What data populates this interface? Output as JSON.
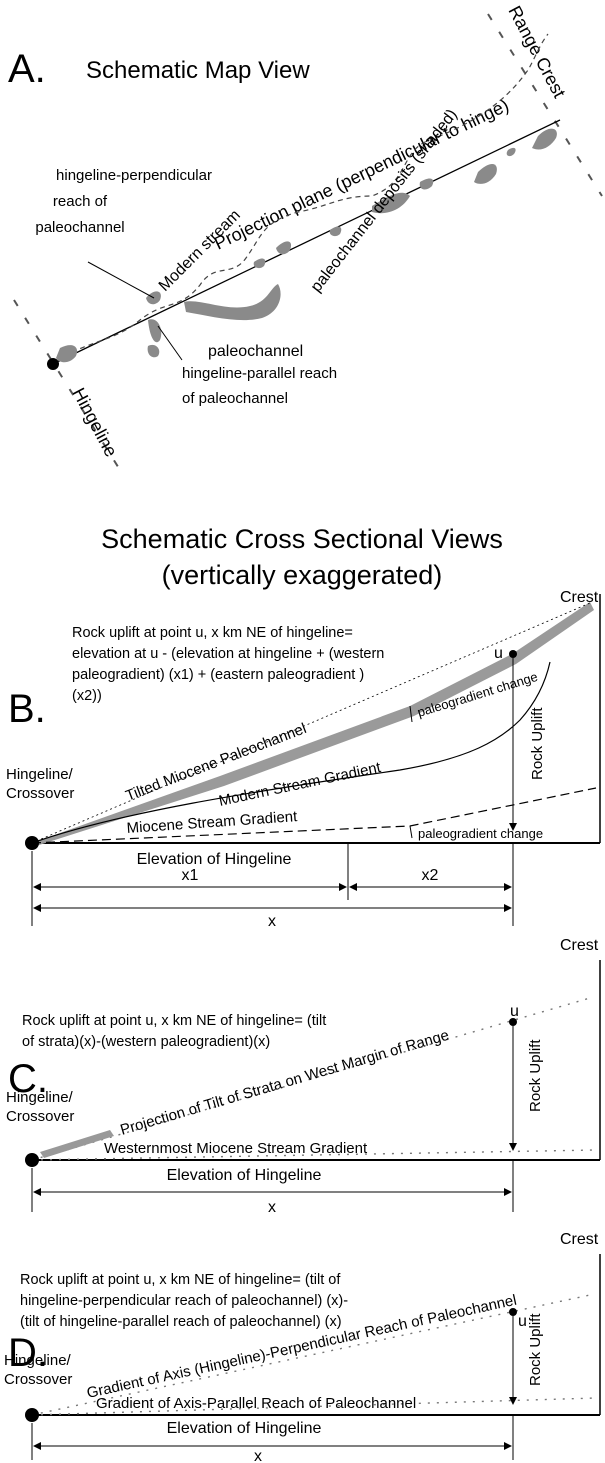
{
  "panel_a": {
    "letter": "A.",
    "title": "Schematic Map View",
    "range_crest": "Range Crest",
    "projection_plane": "Projection plane (perpendicular to hinge)",
    "modern_stream": "Modern stream",
    "perp_reach_1": "hingeline-perpendicular",
    "perp_reach_2": "reach of",
    "perp_reach_3": "paleochannel",
    "paleochannel_deposits": "paleochannel  deposits (shaded)",
    "paleochannel": "paleochannel",
    "hingeline": "Hingeline",
    "parallel_reach_1": "hingeline-parallel reach",
    "parallel_reach_2": "of paleochannel"
  },
  "cross_section_title": {
    "line1": "Schematic Cross Sectional Views",
    "line2": "(vertically exaggerated)"
  },
  "panel_b": {
    "letter": "B.",
    "crest": "Crest",
    "formula_1": "Rock uplift at point u, x km NE of hingeline=",
    "formula_2": "elevation at u - (elevation at hingeline + (western",
    "formula_3": "paleogradient) (x1) + (eastern paleogradient )",
    "formula_4": "(x2))",
    "u": "u",
    "paleogradient_change_top": "paleogradient change",
    "tilted_paleochannel": "Tilted Miocene Paleochannel",
    "rock_uplift": "Rock Uplift",
    "modern_gradient": "Modern Stream Gradient",
    "hingeline_1": "Hingeline/",
    "hingeline_2": "Crossover",
    "miocene_gradient": "Miocene Stream Gradient",
    "paleogradient_change_bottom": "paleogradient change",
    "elevation_hingeline": "Elevation of Hingeline",
    "x1": "x1",
    "x2": "x2",
    "x": "x"
  },
  "panel_c": {
    "letter": "C.",
    "crest": "Crest",
    "formula_1": "Rock uplift at point u, x km NE of hingeline= (tilt",
    "formula_2": "of strata)(x)-(western paleogradient)(x)",
    "u": "u",
    "projection_tilt": "Projection of Tilt of Strata on West Margin of Range",
    "rock_uplift": "Rock Uplift",
    "hingeline_1": "Hingeline/",
    "hingeline_2": "Crossover",
    "westernmost_gradient": "Westernmost Miocene Stream Gradient",
    "elevation_hingeline": "Elevation of Hingeline",
    "x": "x"
  },
  "panel_d": {
    "letter": "D.",
    "crest": "Crest",
    "formula_1": "Rock uplift at point u, x km NE of hingeline= (tilt of",
    "formula_2": "hingeline-perpendicular reach of paleochannel) (x)-",
    "formula_3": "(tilt of hingeline-parallel reach of paleochannel) (x)",
    "u": "u",
    "perp_gradient": "Gradient of Axis (Hingeline)-Perpendicular Reach of Paleochannel",
    "rock_uplift": "Rock Uplift",
    "hingeline_1": "Hingeline/",
    "hingeline_2": "Crossover",
    "parallel_gradient": "Gradient of Axis-Parallel Reach of Paleochannel",
    "elevation_hingeline": "Elevation of Hingeline",
    "x": "x"
  }
}
